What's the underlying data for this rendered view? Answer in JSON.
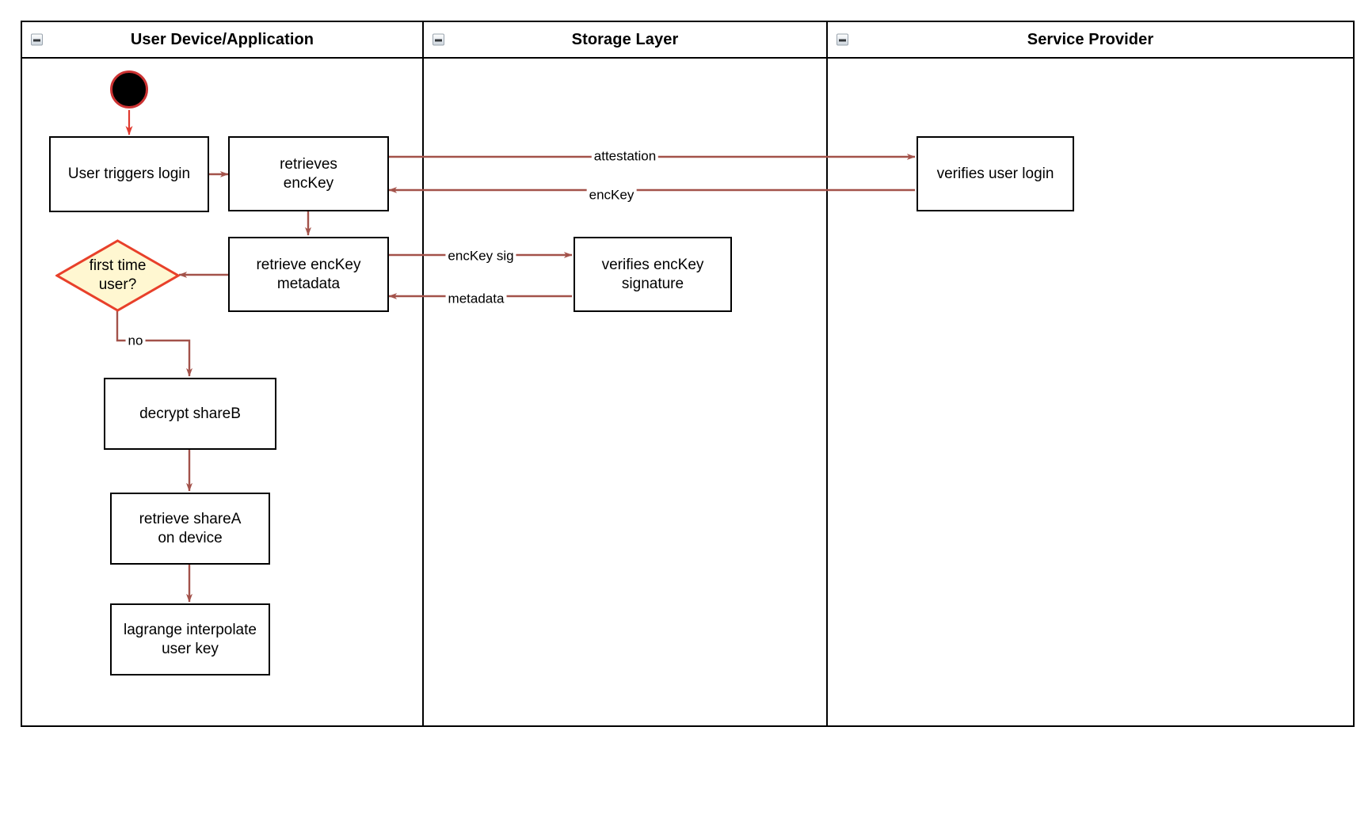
{
  "diagram": {
    "type": "uml-activity-swimlane",
    "title": "",
    "colors": {
      "edge": "#a3524a",
      "start_ring": "#cc3333",
      "start_fill": "#000000",
      "decision_fill": "#fff7d1",
      "decision_stroke": "#e8402a",
      "node_stroke": "#000000",
      "node_fill": "#ffffff",
      "lane_stroke": "#000000",
      "background": "#ffffff"
    }
  },
  "lanes": [
    {
      "id": "user-device",
      "label": "User Device/Application",
      "collapse_icon": "collapse-minus-icon"
    },
    {
      "id": "storage-layer",
      "label": "Storage Layer",
      "collapse_icon": "collapse-minus-icon"
    },
    {
      "id": "service-provider",
      "label": "Service Provider",
      "collapse_icon": "collapse-minus-icon"
    }
  ],
  "nodes": [
    {
      "id": "start",
      "lane": "user-device",
      "shape": "initial-node",
      "label": ""
    },
    {
      "id": "user-triggers-login",
      "lane": "user-device",
      "shape": "activity",
      "label": "User triggers login"
    },
    {
      "id": "retrieves-enckey",
      "lane": "user-device",
      "shape": "activity",
      "label": "retrieves\nencKey"
    },
    {
      "id": "retrieve-enckey-metadata",
      "lane": "user-device",
      "shape": "activity",
      "label": "retrieve encKey\nmetadata"
    },
    {
      "id": "first-time-user",
      "lane": "user-device",
      "shape": "decision",
      "label": "first time\nuser?"
    },
    {
      "id": "decrypt-shareb",
      "lane": "user-device",
      "shape": "activity",
      "label": "decrypt shareB"
    },
    {
      "id": "retrieve-sharea-on-device",
      "lane": "user-device",
      "shape": "activity",
      "label": "retrieve shareA\non device"
    },
    {
      "id": "lagrange-interpolate-user-key",
      "lane": "user-device",
      "shape": "activity",
      "label": "lagrange interpolate\nuser key"
    },
    {
      "id": "verifies-enckey-signature",
      "lane": "storage-layer",
      "shape": "activity",
      "label": "verifies encKey\nsignature"
    },
    {
      "id": "verifies-user-login",
      "lane": "service-provider",
      "shape": "activity",
      "label": "verifies user login"
    }
  ],
  "edges": [
    {
      "id": "e-start",
      "from": "start",
      "to": "user-triggers-login",
      "label": ""
    },
    {
      "id": "e-login-retrieves",
      "from": "user-triggers-login",
      "to": "retrieves-enckey",
      "label": ""
    },
    {
      "id": "e-attestation",
      "from": "retrieves-enckey",
      "to": "verifies-user-login",
      "label": "attestation"
    },
    {
      "id": "e-enckey",
      "from": "verifies-user-login",
      "to": "retrieves-enckey",
      "label": "encKey"
    },
    {
      "id": "e-retrieves-metadata",
      "from": "retrieves-enckey",
      "to": "retrieve-enckey-metadata",
      "label": ""
    },
    {
      "id": "e-enckey-sig",
      "from": "retrieve-enckey-metadata",
      "to": "verifies-enckey-signature",
      "label": "encKey sig"
    },
    {
      "id": "e-metadata",
      "from": "verifies-enckey-signature",
      "to": "retrieve-enckey-metadata",
      "label": "metadata"
    },
    {
      "id": "e-metadata-decision",
      "from": "retrieve-enckey-metadata",
      "to": "first-time-user",
      "label": ""
    },
    {
      "id": "e-no",
      "from": "first-time-user",
      "to": "decrypt-shareb",
      "label": "no"
    },
    {
      "id": "e-shareb-sharea",
      "from": "decrypt-shareb",
      "to": "retrieve-sharea-on-device",
      "label": ""
    },
    {
      "id": "e-sharea-lagrange",
      "from": "retrieve-sharea-on-device",
      "to": "lagrange-interpolate-user-key",
      "label": ""
    }
  ]
}
